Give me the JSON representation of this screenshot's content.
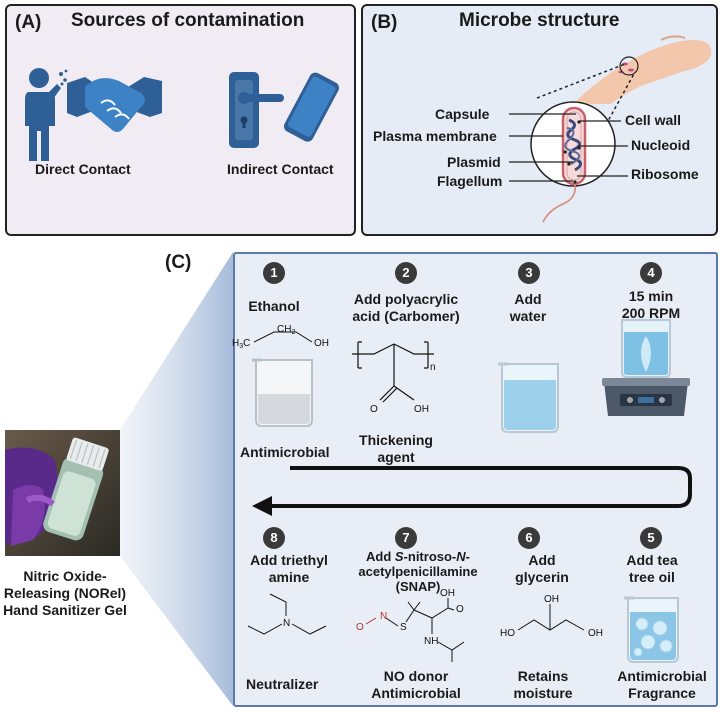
{
  "panel_a": {
    "tag": "(A)",
    "title": "Sources of contamination",
    "direct": "Direct Contact",
    "indirect": "Indirect Contact"
  },
  "panel_b": {
    "tag": "(B)",
    "title": "Microbe structure",
    "labels": {
      "capsule": "Capsule",
      "plasma_membrane": "Plasma membrane",
      "plasmid": "Plasmid",
      "flagellum": "Flagellum",
      "cell_wall": "Cell wall",
      "nucleoid": "Nucleoid",
      "ribosome": "Ribosome"
    }
  },
  "panel_c": {
    "tag": "(C)",
    "photo_caption": [
      "Nitric Oxide-",
      "Releasing (NORel)",
      "Hand Sanitizer Gel"
    ],
    "steps": [
      {
        "n": "1",
        "title": [
          "Ethanol"
        ],
        "desc": [
          "Antimicrobial"
        ]
      },
      {
        "n": "2",
        "title": [
          "Add polyacrylic",
          "acid (Carbomer)"
        ],
        "desc": [
          "Thickening",
          "agent"
        ]
      },
      {
        "n": "3",
        "title": [
          "Add",
          "water"
        ],
        "desc": []
      },
      {
        "n": "4",
        "title": [
          "15 min",
          "200 RPM"
        ],
        "desc": []
      },
      {
        "n": "5",
        "title": [
          "Add tea",
          "tree oil"
        ],
        "desc": [
          "Antimicrobial",
          "Fragrance"
        ]
      },
      {
        "n": "6",
        "title": [
          "Add",
          "glycerin"
        ],
        "desc": [
          "Retains",
          "moisture"
        ]
      },
      {
        "n": "7",
        "title_rich": [
          "Add S-nitroso-N-",
          "acetylpenicillamine",
          "(SNAP)"
        ],
        "desc": [
          "NO donor",
          "Antimicrobial"
        ]
      },
      {
        "n": "8",
        "title": [
          "Add triethyl",
          "amine"
        ],
        "desc": [
          "Neutralizer"
        ]
      }
    ],
    "chem": {
      "h3c": "H3C",
      "ch2": "CH2",
      "oh": "OH",
      "o": "O",
      "n_sub": "n",
      "n": "N",
      "s": "S",
      "ho": "HO"
    }
  },
  "colors": {
    "panel_a_bg": "#f1ebf4",
    "panel_b_bg": "#e6ecf5",
    "panel_c_bg": "#e9eef6",
    "panel_c_border": "#5b79b0",
    "icon_blue": "#2f5f97",
    "hand_blue": "#3d82c4"
  }
}
